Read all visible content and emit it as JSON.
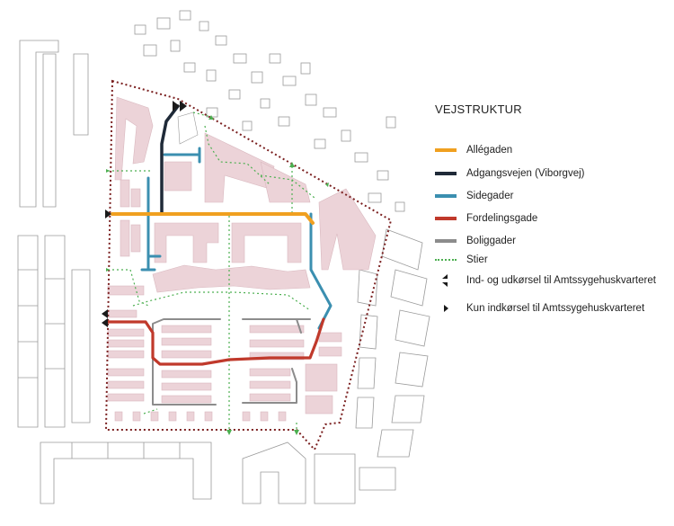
{
  "legend": {
    "title": "VEJSTRUKTUR",
    "items": [
      {
        "label": "Allégaden",
        "color": "#f0a020",
        "icon": "line-swatch"
      },
      {
        "label": "Adgangsvejen (Viborgvej)",
        "color": "#1f2a38",
        "icon": "line-swatch"
      },
      {
        "label": "Sidegader",
        "color": "#3b8fb0",
        "icon": "line-swatch"
      },
      {
        "label": "Fordelingsgade",
        "color": "#c0392b",
        "icon": "line-swatch"
      },
      {
        "label": "Boliggader",
        "color": "#8c8c8c",
        "icon": "line-swatch"
      },
      {
        "label": "Stier",
        "color": "#4caf50",
        "icon": "dotted-line-swatch"
      },
      {
        "label": "Ind- og udkørsel til Amtssygehuskvarteret",
        "icon": "double-arrow-icon"
      },
      {
        "label": "Kun indkørsel til Amtssygehuskvarteret",
        "icon": "single-arrow-icon"
      }
    ]
  },
  "colors": {
    "building_fill": "#ecd3d8",
    "building_stroke": "#d9b8bf",
    "context_stroke": "#9a9a9a",
    "boundary": "#7a1f1f"
  }
}
